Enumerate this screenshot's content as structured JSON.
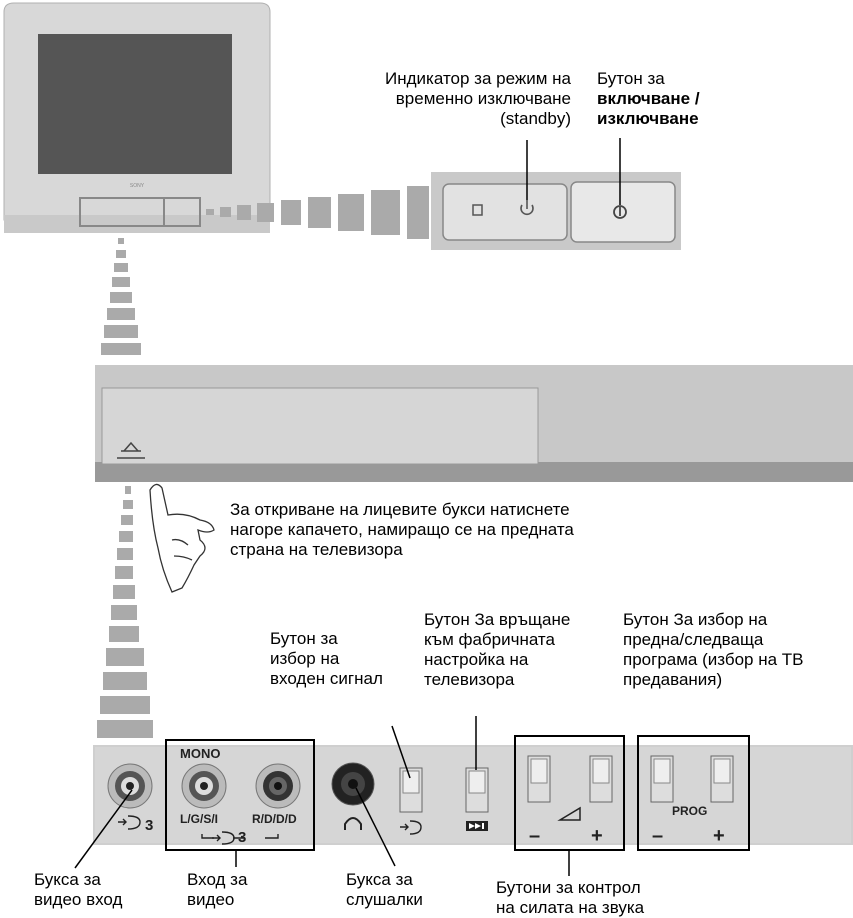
{
  "labels": {
    "standby_indicator": [
      "Индикатор за режим на",
      "временно изключване",
      "(standby)"
    ],
    "power_button": {
      "line1": "Бутон за",
      "bold1": "включване /",
      "bold2": "изключване"
    },
    "open_instruction": [
      "За откриване на лицевите букси натиснете",
      "нагоре капачето, намиращо се на предната",
      "страна на телевизора"
    ],
    "input_select": [
      "Бутон за",
      "избор на",
      "входен сигнал"
    ],
    "factory_reset": [
      "Бутон За връщане",
      "към фабричната",
      "настройка на",
      "телевизора"
    ],
    "prog_select": [
      "Бутон За избор на",
      "предна/следваща",
      "програма (избор на ТВ",
      "предавания)"
    ],
    "video_in_jack": [
      "Букса за",
      "видео вход"
    ],
    "video_input": [
      "Вход за",
      "видео"
    ],
    "headphone_jack": [
      "Букса за",
      "слушалки"
    ],
    "volume_buttons": [
      "Бутони за контрол",
      "на силата на звука"
    ]
  },
  "panel": {
    "mono": "MONO",
    "lgsi": "L/G/S/I",
    "rddd": "R/D/D/D",
    "input3": "3",
    "input3b": "3",
    "prog": "PROG",
    "minus": "–",
    "plus": "+",
    "minus2": "–",
    "plus2": "+",
    "brand": "SONY"
  }
}
